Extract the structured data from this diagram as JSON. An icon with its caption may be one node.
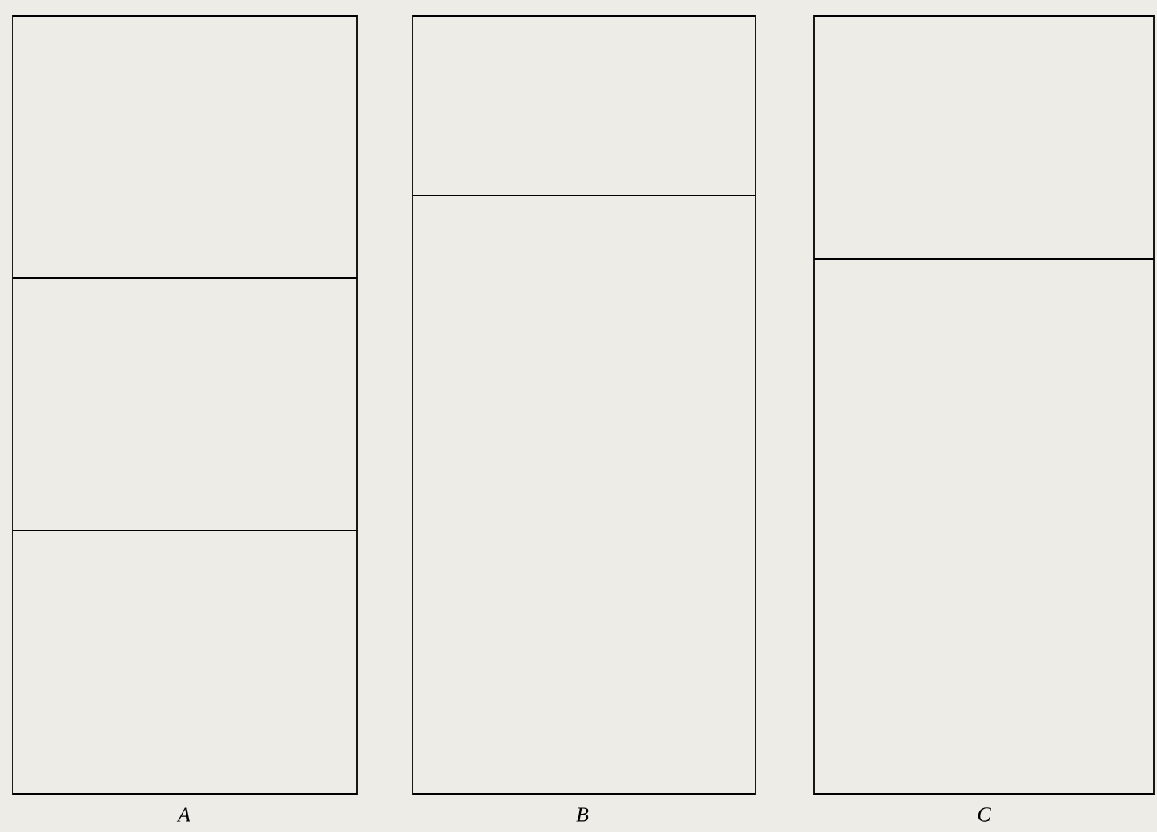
{
  "diagram": {
    "nodes": [
      {
        "text": [],
        "shape": "box",
        "beside": [
          "A"
        ]
      },
      {
        "text": [],
        "shape": "box",
        "beside": [
          "B"
        ]
      },
      {
        "text": [],
        "shape": "box",
        "beside": [
          "C"
        ]
      }
    ]
  }
}
